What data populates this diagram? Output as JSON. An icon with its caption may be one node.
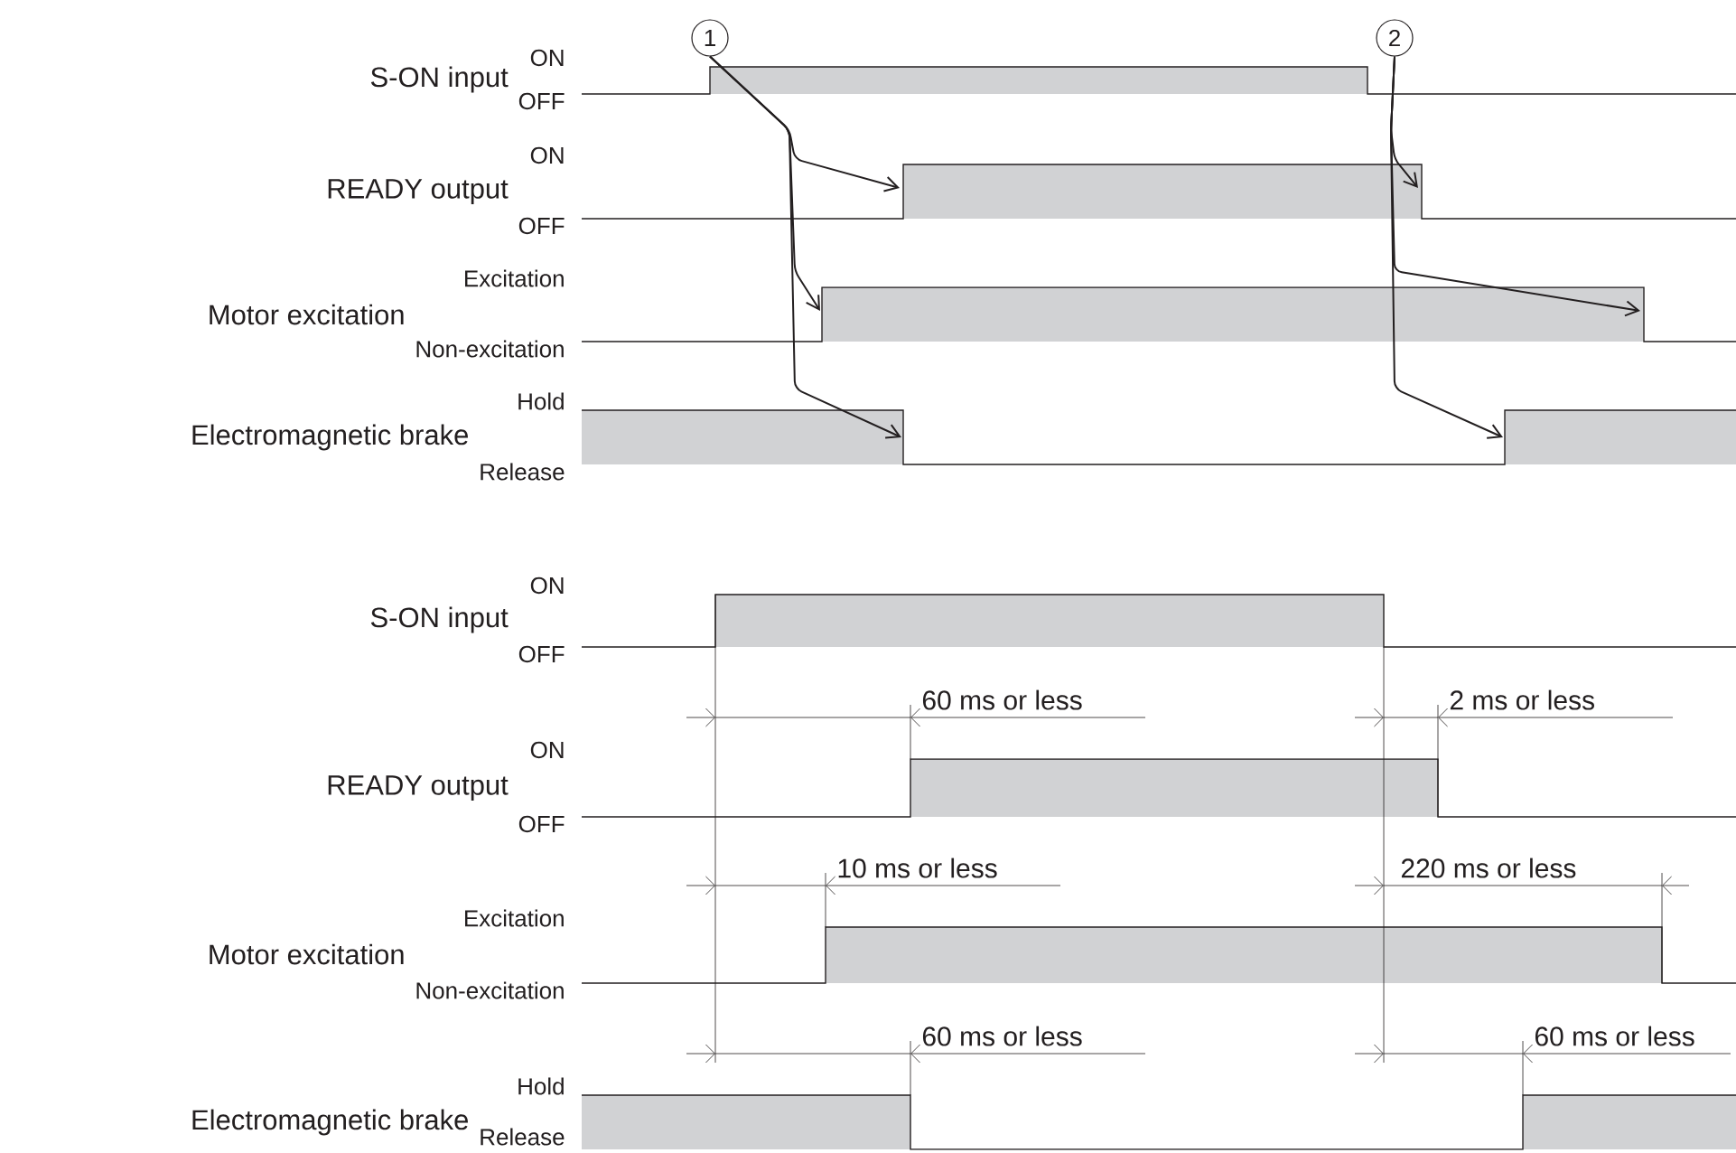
{
  "diagram": {
    "nodes": [
      {
        "text": [
          "1"
        ]
      },
      {
        "text": [
          "2"
        ]
      }
    ],
    "edges": [
      {
        "from": 0,
        "to": null,
        "arrow": "to"
      },
      {
        "from": 0,
        "to": null,
        "arrow": "to"
      },
      {
        "from": 0,
        "to": null,
        "arrow": "to"
      },
      {
        "from": 1,
        "to": null,
        "arrow": "to"
      },
      {
        "from": 1,
        "to": null,
        "arrow": "to"
      },
      {
        "from": 1,
        "to": null,
        "arrow": "to"
      }
    ],
    "labels": [
      "S-ON input",
      "ON",
      "OFF",
      "READY output",
      "ON",
      "OFF",
      "Motor excitation",
      "Excitation",
      "Non-excitation",
      "Electromagnetic brake",
      "Hold",
      "Release",
      "S-ON input",
      "ON",
      "OFF",
      "READY output",
      "ON",
      "OFF",
      "Motor excitation",
      "Excitation",
      "Non-excitation",
      "Electromagnetic brake",
      "Hold",
      "Release",
      "60 ms or less",
      "2 ms or less",
      "10 ms or less",
      "220 ms or less",
      "60 ms or less",
      "60 ms or less"
    ]
  }
}
